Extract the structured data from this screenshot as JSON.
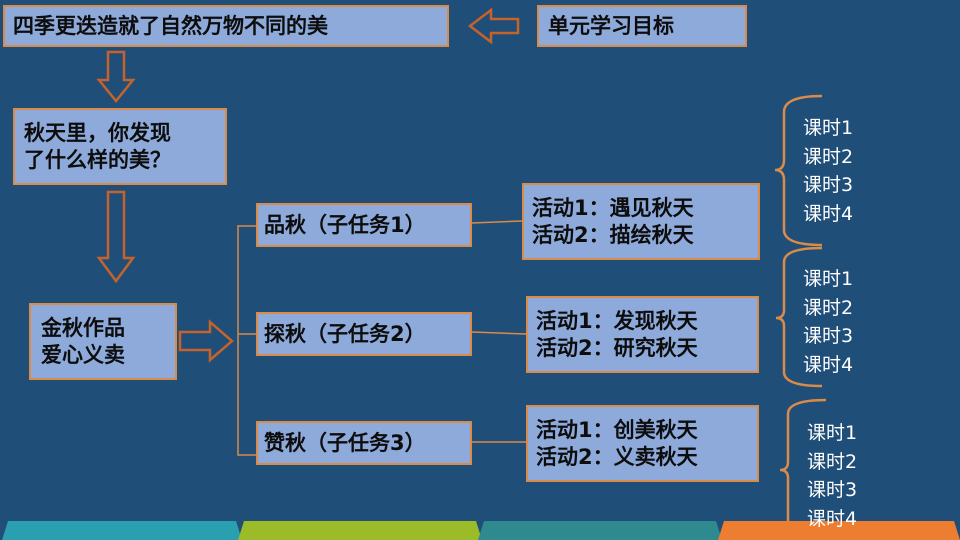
{
  "slide": {
    "top_theme": "四季更迭造就了自然万物不同的美",
    "unit_goal": "单元学习目标",
    "core_question": "秋天里，你发现\n了什么样的美？",
    "final_product": "金秋作品\n爱心义卖",
    "subtasks": [
      {
        "label": "品秋（子任务1）",
        "activities": "活动1：遇见秋天\n活动2：描绘秋天",
        "lessons": [
          "课时1",
          "课时2",
          "课时3",
          "课时4"
        ]
      },
      {
        "label": "探秋（子任务2）",
        "activities": "活动1：发现秋天\n活动2：研究秋天",
        "lessons": [
          "课时1",
          "课时2",
          "课时3",
          "课时4"
        ]
      },
      {
        "label": "赞秋（子任务3）",
        "activities": "活动1：创美秋天\n活动2：义卖秋天",
        "lessons": [
          "课时1",
          "课时2",
          "课时3",
          "课时4"
        ]
      }
    ]
  },
  "colors": {
    "background": "#1f4e79",
    "box_fill": "#8eaadb",
    "box_border": "#d98b4a",
    "arrow": "#c5632b",
    "bracket": "#d98b4a",
    "connector": "#d98b4a",
    "bottom_bars": [
      "#2a9fb0",
      "#9bbb28",
      "#2e8a8f",
      "#ed7d31"
    ]
  },
  "icons": {
    "flow_arrow": "hollow-arrow-icon",
    "group_marker": "curly-bracket-icon"
  }
}
